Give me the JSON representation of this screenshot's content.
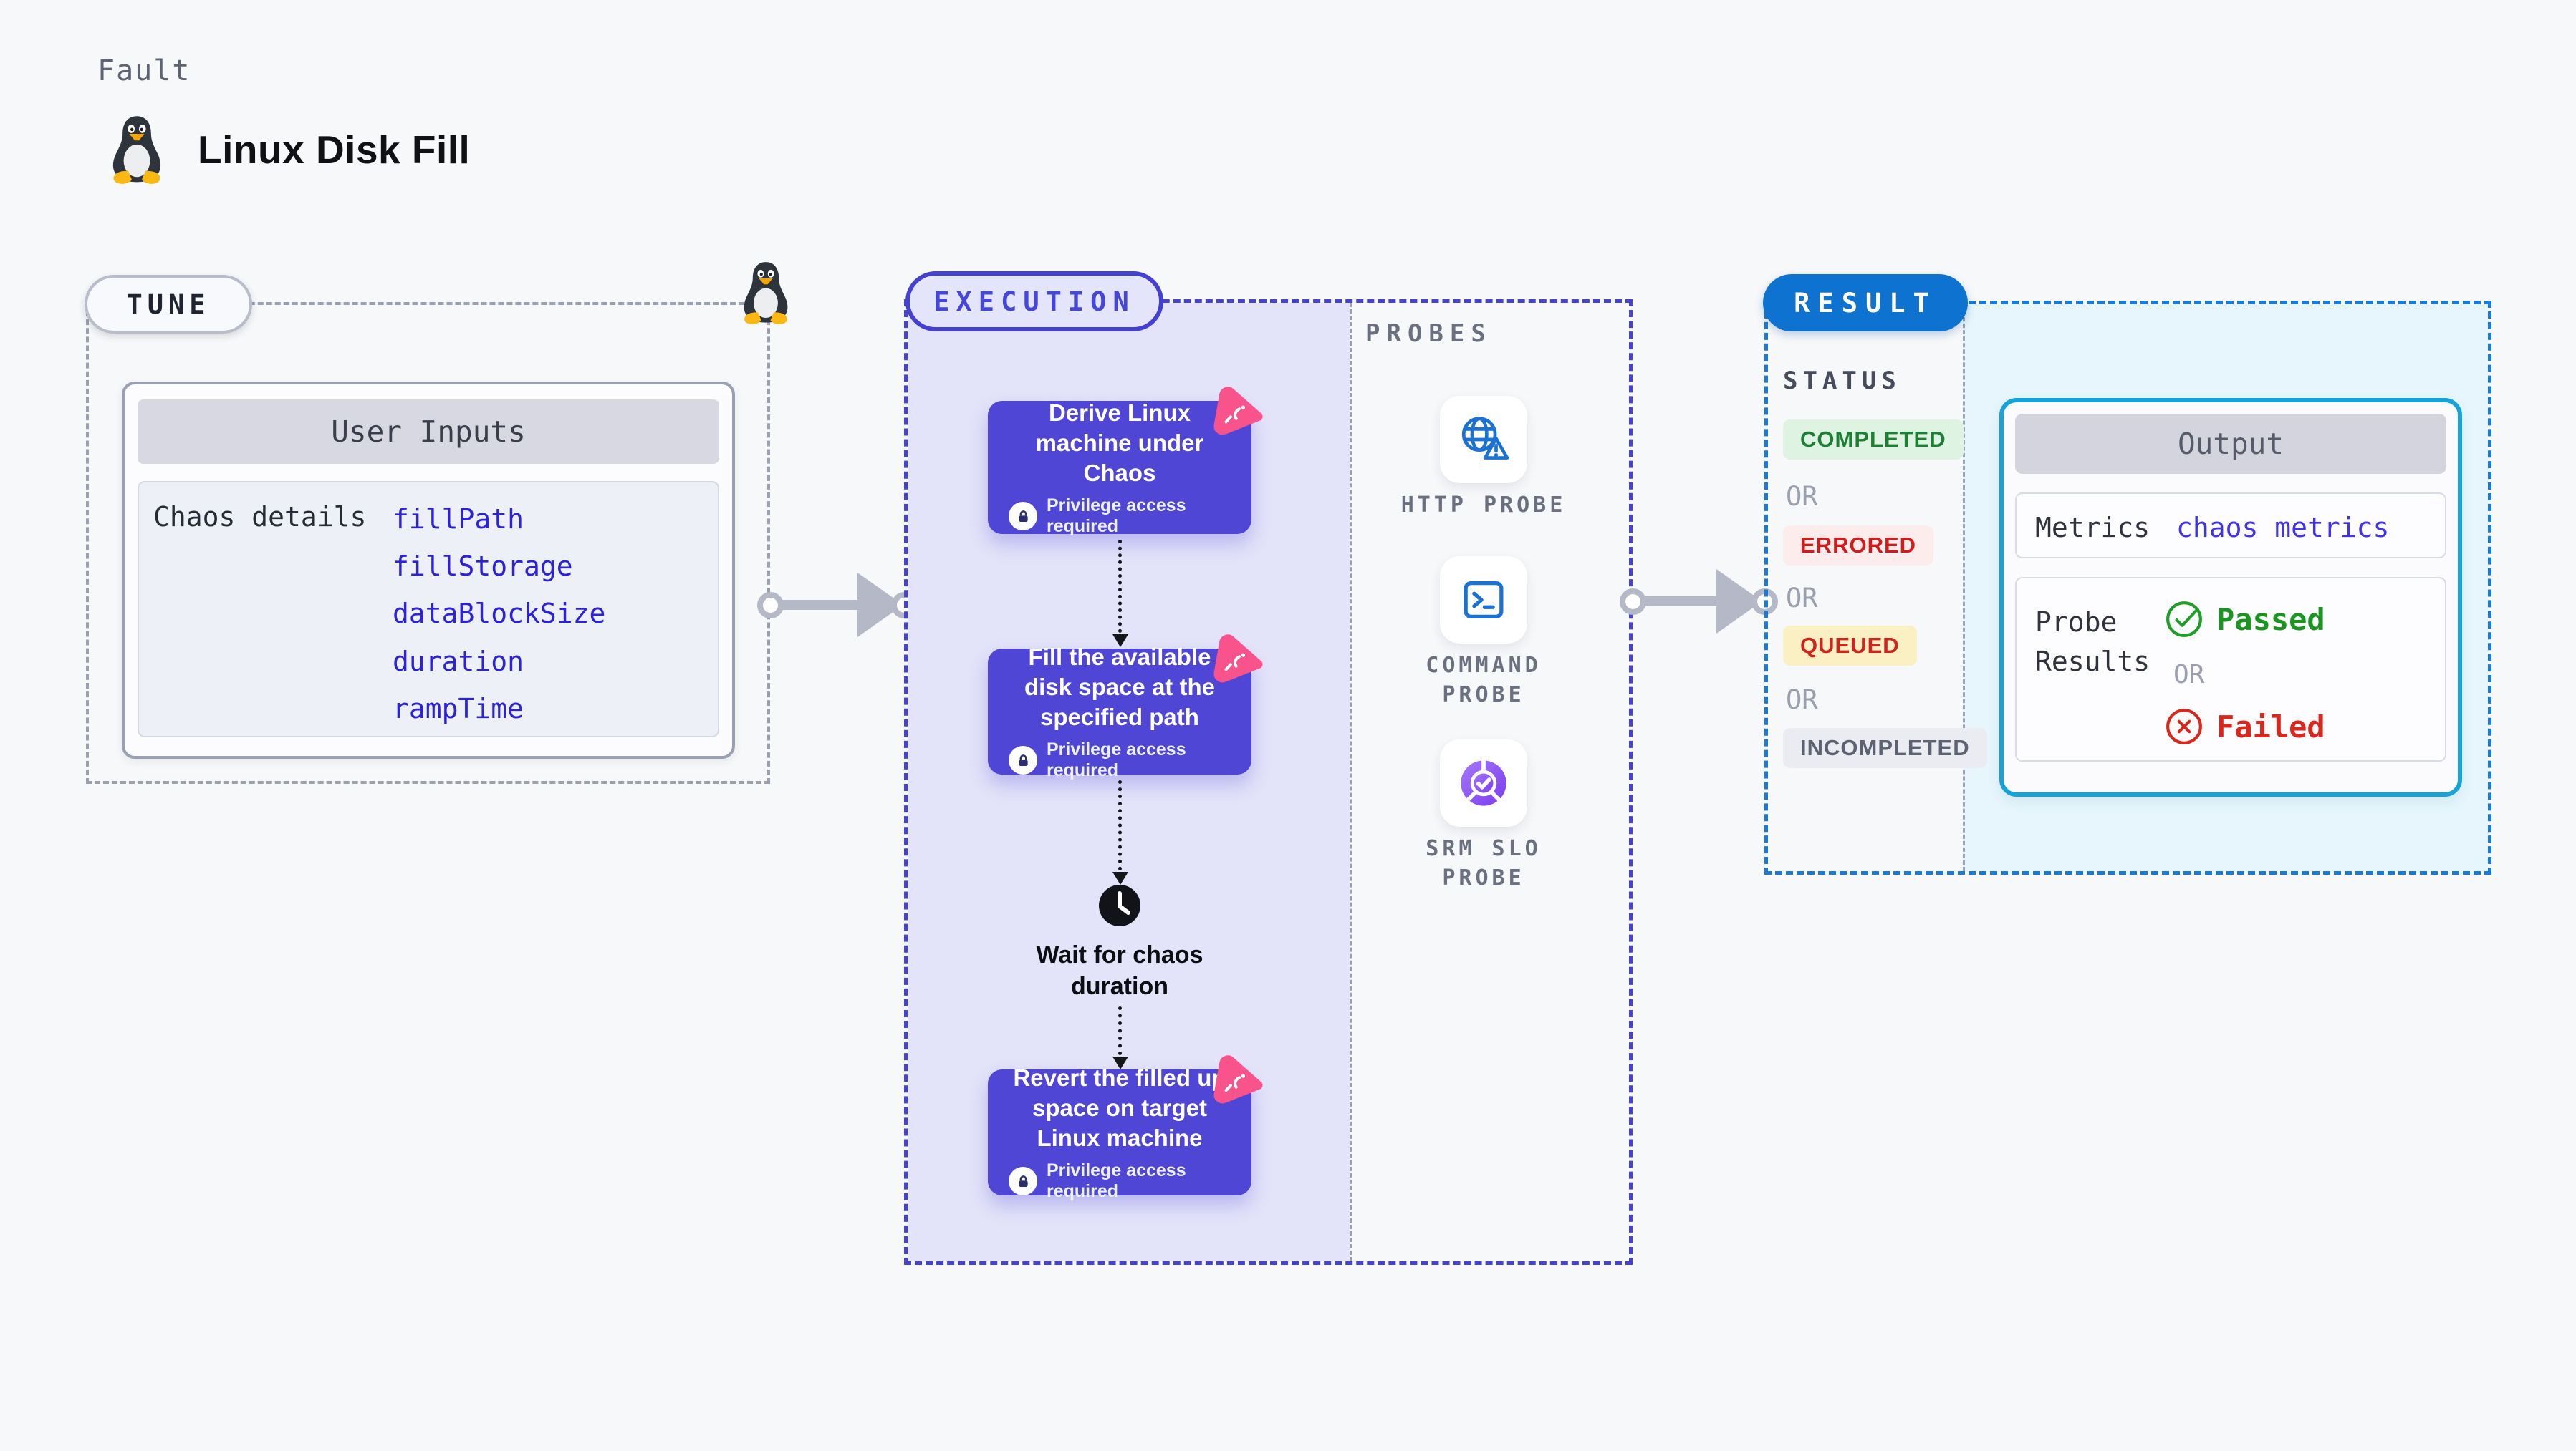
{
  "page": {
    "background": "#f7f8fa"
  },
  "header": {
    "eyebrow": "Fault",
    "title": "Linux Disk Fill",
    "icon": "tux-penguin-icon"
  },
  "tune": {
    "badge": "TUNE",
    "corner_icon": "tux-penguin-icon",
    "user_inputs": {
      "header": "User Inputs",
      "row_label": "Chaos details",
      "values": [
        "fillPath",
        "fillStorage",
        "dataBlockSize",
        "duration",
        "rampTime"
      ],
      "value_color": "#2b22d9"
    }
  },
  "execution": {
    "badge": "EXECUTION",
    "accent_color": "#4643d4",
    "zone_color": "#e3e3f9",
    "step_color": "#4f46d6",
    "steps": [
      {
        "title": "Derive Linux machine under Chaos",
        "badge": "Privilege access required",
        "corner_icon": "chaos-triangle-icon",
        "lock_icon": "lock-icon"
      },
      {
        "title": "Fill the available disk space at the specified path",
        "badge": "Privilege access required",
        "corner_icon": "chaos-triangle-icon",
        "lock_icon": "lock-icon"
      },
      {
        "title": "Revert the filled up space on target Linux machine",
        "badge": "Privilege access required",
        "corner_icon": "chaos-triangle-icon",
        "lock_icon": "lock-icon"
      }
    ],
    "wait_label": "Wait for chaos duration",
    "wait_icon": "clock-icon"
  },
  "probes": {
    "label": "PROBES",
    "items": [
      {
        "label": "HTTP PROBE",
        "icon": "globe-alert-icon",
        "icon_color": "#1a72d4"
      },
      {
        "label": "COMMAND PROBE",
        "icon": "terminal-icon",
        "icon_color": "#1a72d4"
      },
      {
        "label": "SRM SLO PROBE",
        "icon": "slo-donut-check-icon",
        "icon_color": "#8a56f2"
      }
    ]
  },
  "result": {
    "badge": "RESULT",
    "accent_color": "#0e72d0",
    "status_label": "STATUS",
    "or_label": "OR",
    "statuses": [
      {
        "label": "COMPLETED",
        "color": "#1c7f33",
        "background": "#def3e1"
      },
      {
        "label": "ERRORED",
        "color": "#ce1d1d",
        "background": "#fdecec"
      },
      {
        "label": "QUEUED",
        "color": "#cb251c",
        "background": "#faf0c4"
      },
      {
        "label": "INCOMPLETED",
        "color": "#5d6273",
        "background": "#ebecf2"
      }
    ],
    "output": {
      "header": "Output",
      "metrics_label": "Metrics",
      "metrics_value": "chaos metrics",
      "metrics_value_color": "#4133e6",
      "probe_results_label": "Probe Results",
      "passed_label": "Passed",
      "passed_color": "#1b9421",
      "passed_icon": "check-circle-icon",
      "failed_label": "Failed",
      "failed_color": "#d8271d",
      "failed_icon": "x-circle-icon"
    }
  }
}
